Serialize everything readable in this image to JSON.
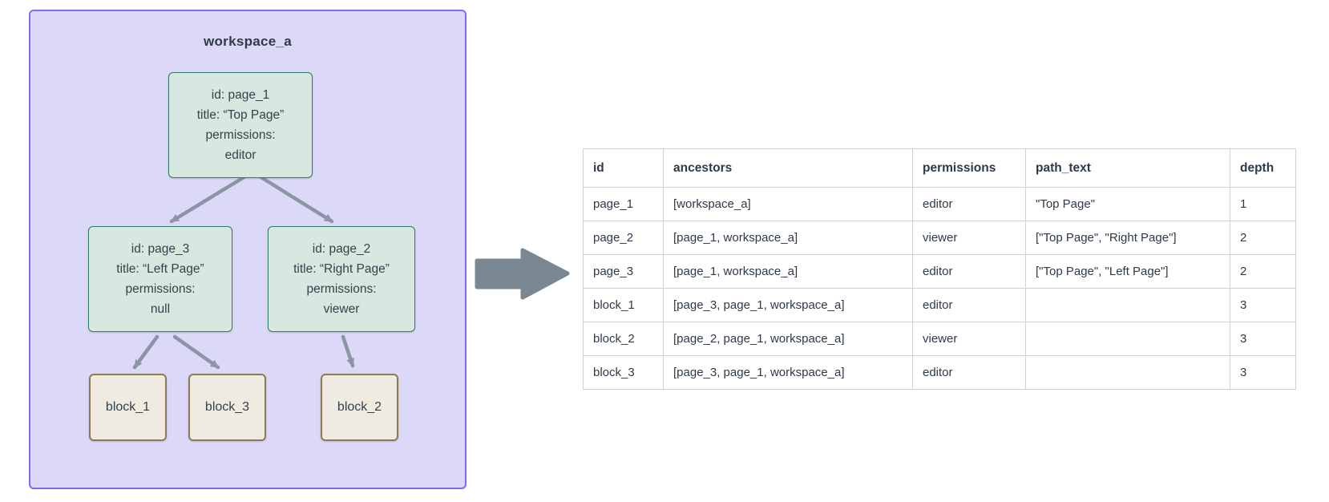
{
  "diagram": {
    "workspace_label": "workspace_a",
    "page_nodes": [
      {
        "id": "page_1",
        "lines": [
          "id: page_1",
          "title: “Top Page”",
          "permissions:",
          "editor"
        ]
      },
      {
        "id": "page_3",
        "lines": [
          "id: page_3",
          "title: “Left Page”",
          "permissions:",
          "null"
        ]
      },
      {
        "id": "page_2",
        "lines": [
          "id: page_2",
          "title: “Right Page”",
          "permissions:",
          "viewer"
        ]
      }
    ],
    "block_nodes": [
      {
        "label": "block_1"
      },
      {
        "label": "block_3"
      },
      {
        "label": "block_2"
      }
    ],
    "colors": {
      "workspace_bg": "#dcd8f8",
      "workspace_border": "#7e6cee",
      "page_bg": "#d6e8df",
      "page_border": "#2e7d64",
      "block_bg": "#efebe1",
      "block_border": "#8c7a52",
      "edge_arrow": "#8a96a3",
      "big_arrow": "#7a8894",
      "text": "#33424d"
    }
  },
  "table": {
    "columns": [
      "id",
      "ancestors",
      "permissions",
      "path_text",
      "depth"
    ],
    "rows": [
      {
        "id": "page_1",
        "ancestors": "[workspace_a]",
        "permissions": "editor",
        "path_text": "\"Top Page\"",
        "depth": "1"
      },
      {
        "id": "page_2",
        "ancestors": "[page_1, workspace_a]",
        "permissions": "viewer",
        "path_text": "[\"Top Page\", \"Right Page\"]",
        "depth": "2"
      },
      {
        "id": "page_3",
        "ancestors": "[page_1, workspace_a]",
        "permissions": "editor",
        "path_text": "[\"Top Page\", \"Left Page\"]",
        "depth": "2"
      },
      {
        "id": "block_1",
        "ancestors": "[page_3, page_1, workspace_a]",
        "permissions": "editor",
        "path_text": "",
        "depth": "3"
      },
      {
        "id": "block_2",
        "ancestors": "[page_2, page_1, workspace_a]",
        "permissions": "viewer",
        "path_text": "",
        "depth": "3"
      },
      {
        "id": "block_3",
        "ancestors": "[page_3, page_1, workspace_a]",
        "permissions": "editor",
        "path_text": "",
        "depth": "3"
      }
    ]
  }
}
